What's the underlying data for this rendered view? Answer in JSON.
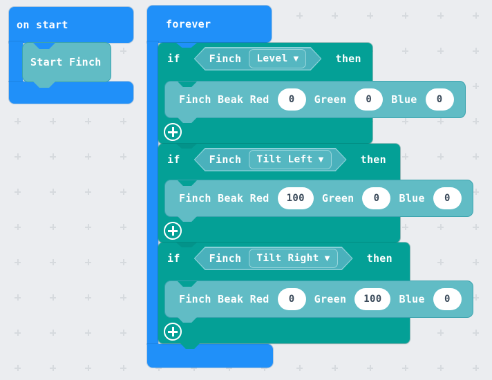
{
  "workspace": {
    "on_start": {
      "label": "on start",
      "start_finch_label": "Start Finch"
    },
    "forever": {
      "label": "forever"
    },
    "if_rows": [
      {
        "if_label": "if",
        "finch_label": "Finch",
        "condition": "Level",
        "then_label": "then",
        "beak": {
          "red_label": "Finch Beak Red",
          "red": "0",
          "green_label": "Green",
          "green": "0",
          "blue_label": "Blue",
          "blue": "0"
        }
      },
      {
        "if_label": "if",
        "finch_label": "Finch",
        "condition": "Tilt Left",
        "then_label": "then",
        "beak": {
          "red_label": "Finch Beak Red",
          "red": "100",
          "green_label": "Green",
          "green": "0",
          "blue_label": "Blue",
          "blue": "0"
        }
      },
      {
        "if_label": "if",
        "finch_label": "Finch",
        "condition": "Tilt Right",
        "then_label": "then",
        "beak": {
          "red_label": "Finch Beak Red",
          "red": "0",
          "green_label": "Green",
          "green": "100",
          "blue_label": "Blue",
          "blue": "0"
        }
      }
    ],
    "icons": {
      "dropdown_caret": "▼"
    },
    "colors": {
      "background": "#ebedf0",
      "basic_blue": "#2090f9",
      "logic_teal": "#04a096",
      "finch_teal": "#61bcc5",
      "hexagon_fill": "#4ab1bc",
      "number_text": "#3a4a5a",
      "block_text": "#ffffff"
    }
  }
}
